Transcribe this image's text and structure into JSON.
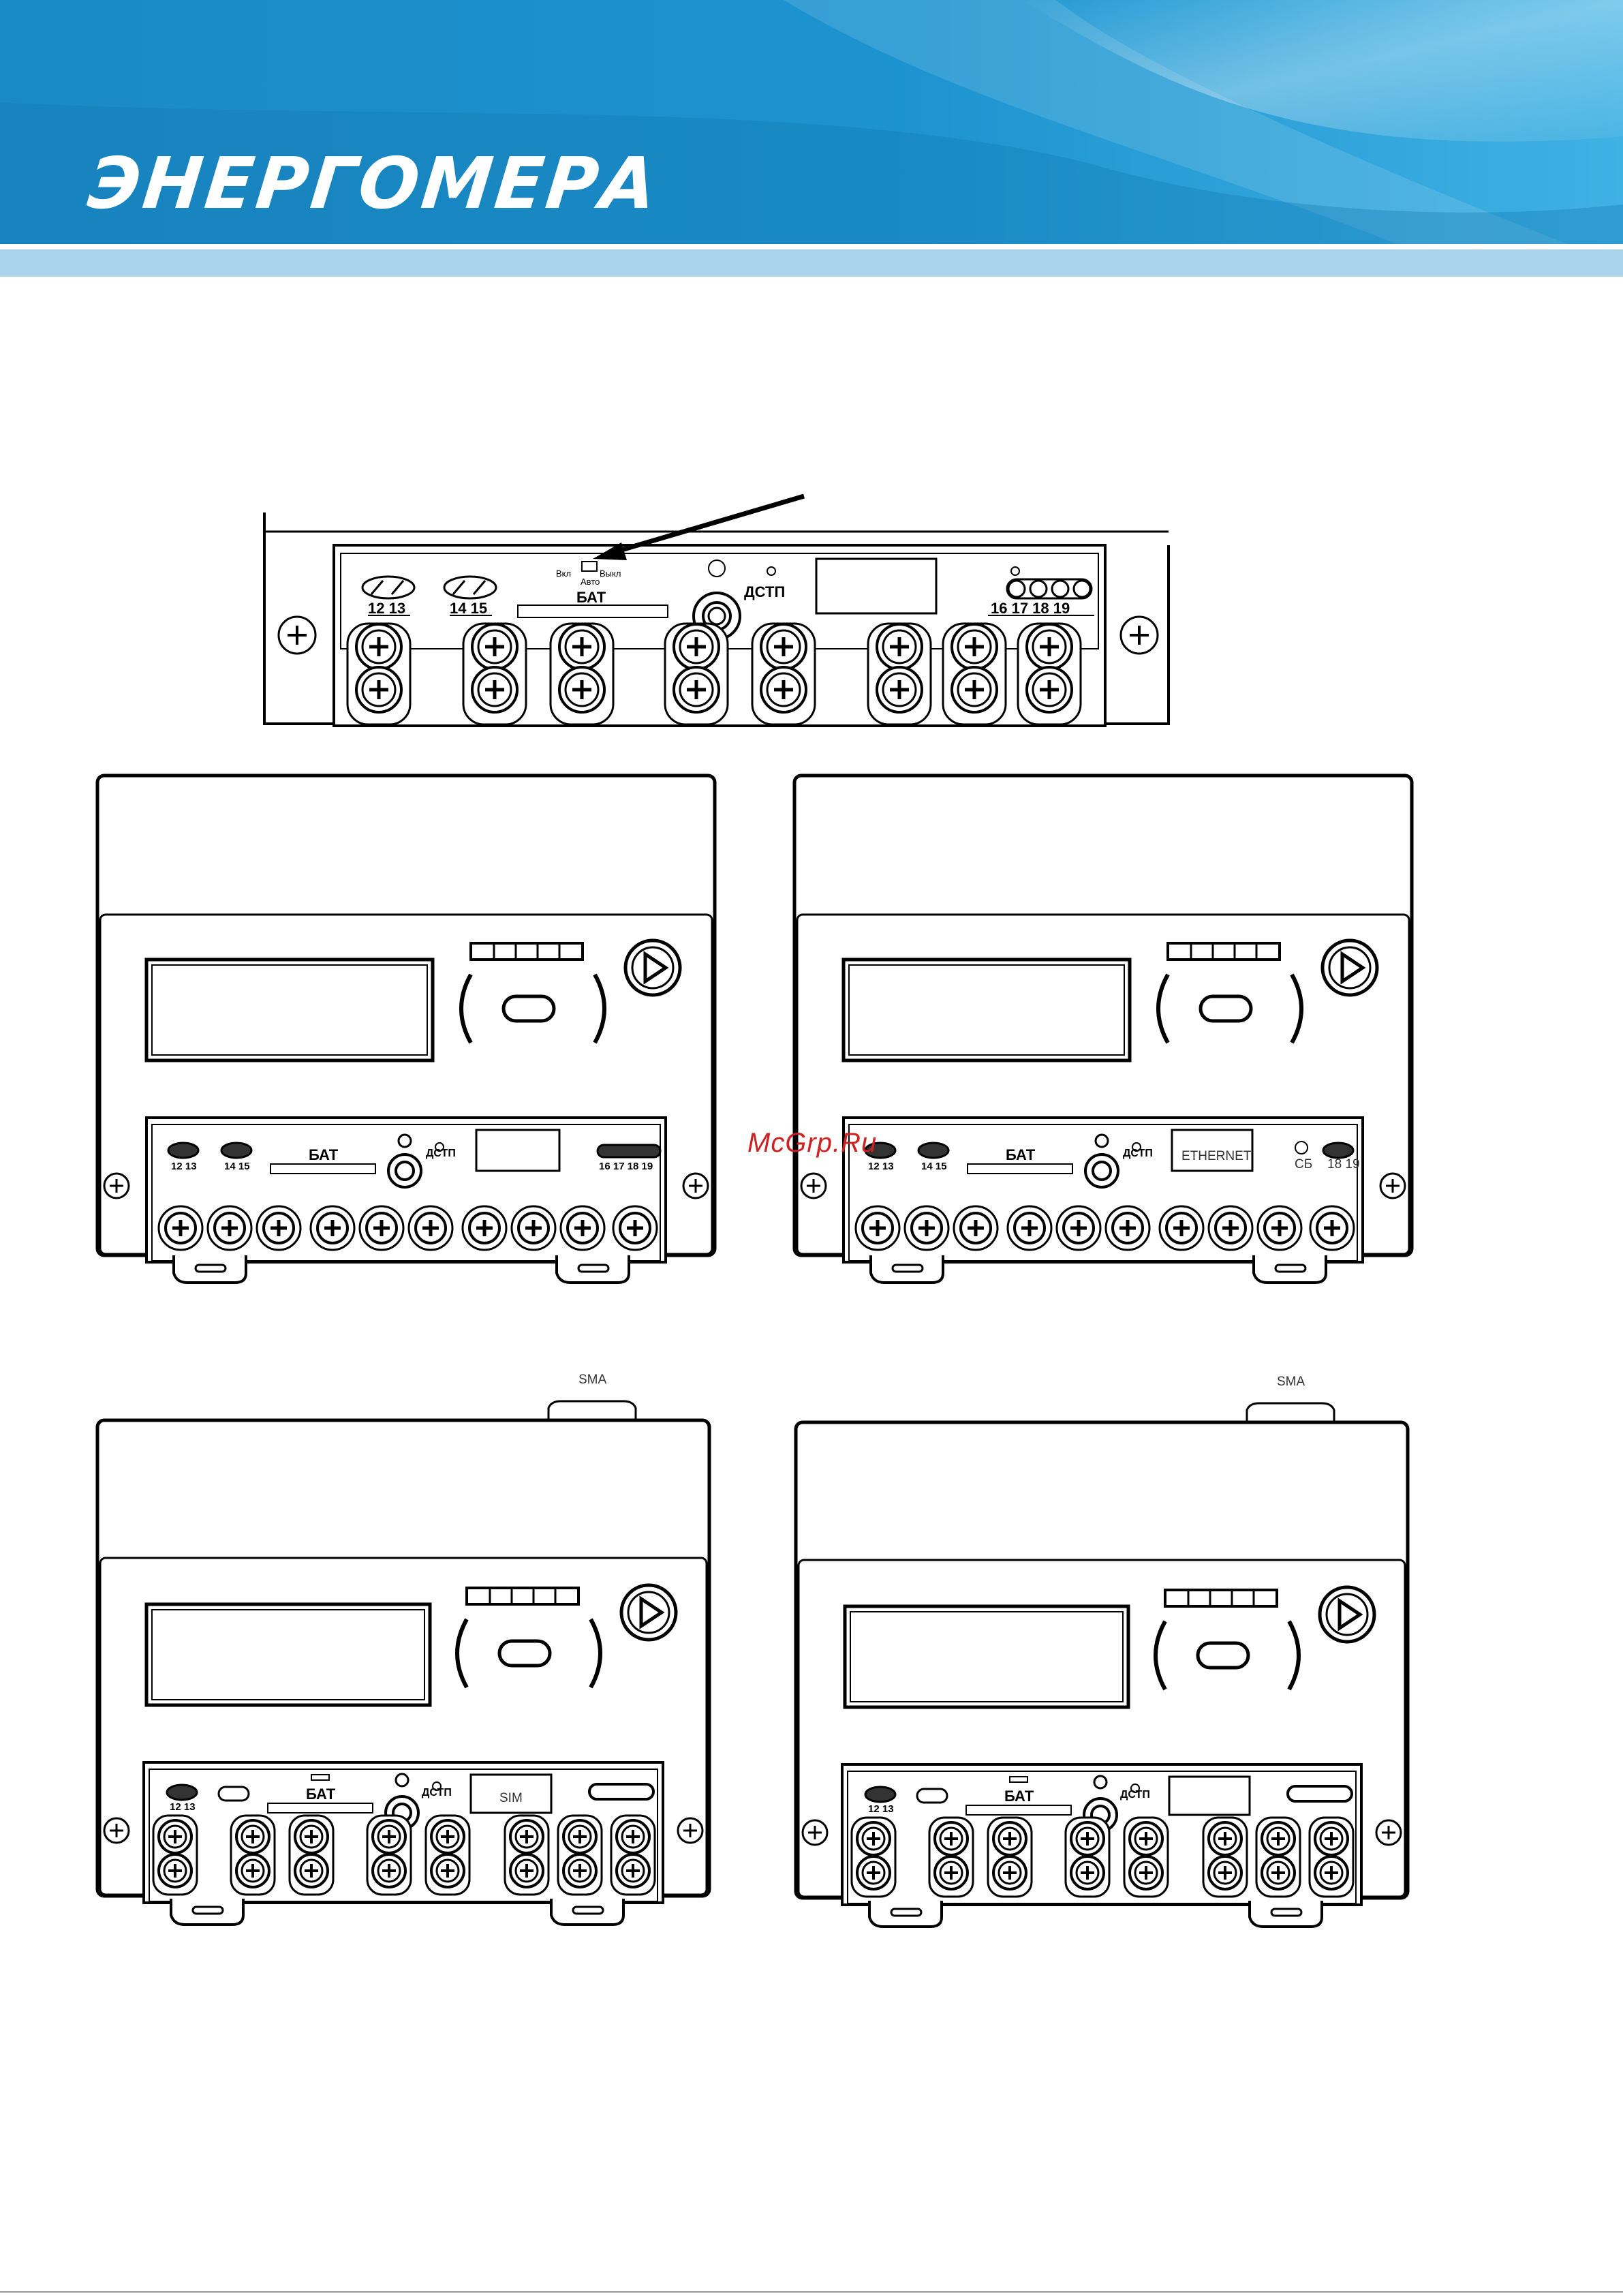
{
  "header": {
    "brand": "ЭНЕРГОМЕРА",
    "brand_color": "#ffffff",
    "band_color": "#1b8fcb",
    "stripe_color": "#a9d3ea"
  },
  "detail_figure": {
    "switch_labels": {
      "on": "Вкл",
      "auto": "Авто",
      "off": "Выкл"
    },
    "bat_label": "БАТ",
    "dstp_label": "ДСТП",
    "terminals": [
      "12 13",
      "14 15",
      "16 17 18 19"
    ]
  },
  "meter_a": {
    "bat_label": "БАТ",
    "dstp_label": "ДСТП",
    "left_terminals": [
      "12 13",
      "14 15"
    ],
    "right_terminals": "16 17 18 19"
  },
  "meter_b": {
    "bat_label": "БАТ",
    "dstp_label": "ДСТП",
    "module_label": "ETHERNET",
    "led_label": "СБ",
    "left_terminals": [
      "12 13",
      "14 15"
    ],
    "right_terminals": "18 19"
  },
  "meter_c": {
    "antenna_label": "SMA",
    "bat_label": "БАТ",
    "dstp_label": "ДСТП",
    "slot_label": "SIM",
    "left_terminals": "12 13"
  },
  "meter_d": {
    "antenna_label": "SMA",
    "bat_label": "БАТ",
    "dstp_label": "ДСТП",
    "left_terminals": "12 13"
  },
  "watermark": "McGrp.Ru"
}
